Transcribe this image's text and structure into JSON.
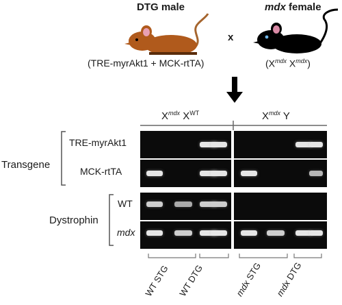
{
  "cross": {
    "male": {
      "title_suffix": "DTG male",
      "genotype": "(TRE-myrAkt1 + MCK-rtTA)",
      "color": "#b05a1c",
      "tail_color": "#a5652e"
    },
    "operator": "x",
    "female": {
      "title_italic": "mdx",
      "title_suffix": " female",
      "genotype_open": "(X",
      "sup1": "mdx",
      "mid": " X",
      "sup2": "mdx",
      "genotype_close": ")",
      "color": "#000000"
    }
  },
  "columns": {
    "left_header": {
      "base1": "X",
      "sup1": "mdx",
      "base2": " X",
      "sup2": "WT"
    },
    "right_header": {
      "base1": "X",
      "sup1": "mdx",
      "base2": " Y"
    }
  },
  "groups": {
    "transgene": "Transgene",
    "dystrophin": "Dystrophin"
  },
  "rows": {
    "tre": "TRE-myrAkt1",
    "mck": "MCK-rtTA",
    "wt": "WT",
    "mdx": "mdx"
  },
  "samples": {
    "wt_stg": "WT STG",
    "wt_dtg": "WT DTG",
    "mdx_stg_italic": "mdx",
    "mdx_stg_rest": " STG",
    "mdx_dtg_italic": "mdx",
    "mdx_dtg_rest": " DTG"
  },
  "gel_bands": {
    "tre": [
      0,
      0,
      1,
      1,
      0,
      0,
      1,
      1
    ],
    "mck": [
      1,
      0,
      1,
      1,
      1,
      0,
      0,
      0.6
    ],
    "wt": [
      0.8,
      0.5,
      0.8,
      0.8,
      0,
      0,
      0,
      0
    ],
    "mdx": [
      1,
      0.8,
      1,
      1,
      1,
      0.8,
      1,
      1
    ]
  }
}
